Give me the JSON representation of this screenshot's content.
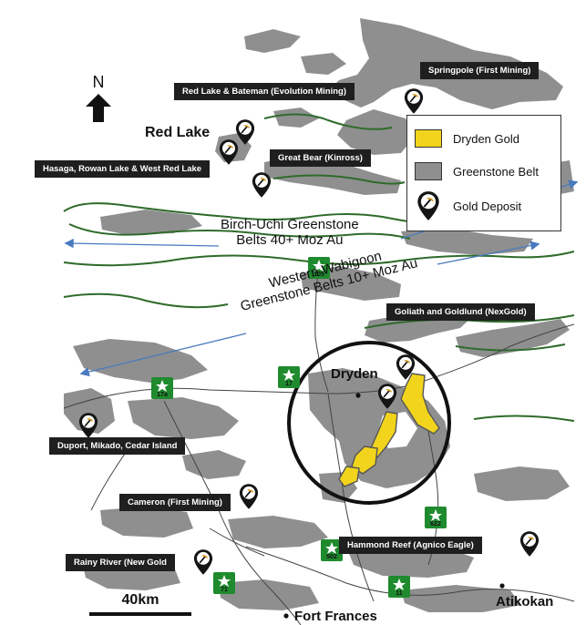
{
  "legend": {
    "items": [
      {
        "label": "Dryden Gold",
        "color": "#f2d41c"
      },
      {
        "label": "Greenstone Belt",
        "color": "#8f8f8f"
      },
      {
        "label": "Gold Deposit",
        "icon": "gold-deposit-pin-icon"
      }
    ]
  },
  "north_arrow": {
    "letter": "N"
  },
  "scale_bar": {
    "label": "40km"
  },
  "places": {
    "red_lake": "Red Lake",
    "dryden": "Dryden",
    "fort_frances": "Fort Frances",
    "atikokan": "Atikokan"
  },
  "belt_labels": {
    "birch_uchi": {
      "line1": "Birch-Uchi Greenstone",
      "line2": "Belts 40+ Moz Au"
    },
    "western_wabigoon": {
      "line1": "Western Wabigoon",
      "line2": "Greenstone Belts 10+ Moz Au"
    }
  },
  "deposits": {
    "red_lake_bateman": "Red Lake & Bateman (Evolution Mining)",
    "springpole": "Springpole (First Mining)",
    "hasaga": "Hasaga, Rowan Lake & West Red Lake",
    "great_bear": "Great Bear (Kinross)",
    "goliath": "Goliath and Goldlund (NexGold)",
    "duport": "Duport, Mikado, Cedar Island",
    "cameron": "Cameron (First Mining)",
    "hammond_reef": "Hammond Reef (Agnico Eagle)",
    "rainy_river": "Rainy River (New Gold"
  },
  "highways": {
    "h105": "105",
    "h17": "17",
    "h17a": "17a",
    "h622": "622",
    "h502": "502",
    "h71": "71",
    "h11": "11"
  },
  "colors": {
    "greenstone": "#8f8f8f",
    "dryden_gold": "#f2d41c",
    "boundary_line": "#2e6b2a",
    "road": "#444444",
    "trend_arrow": "#4a7bbf",
    "highway_sign": "#1f8a2e"
  }
}
